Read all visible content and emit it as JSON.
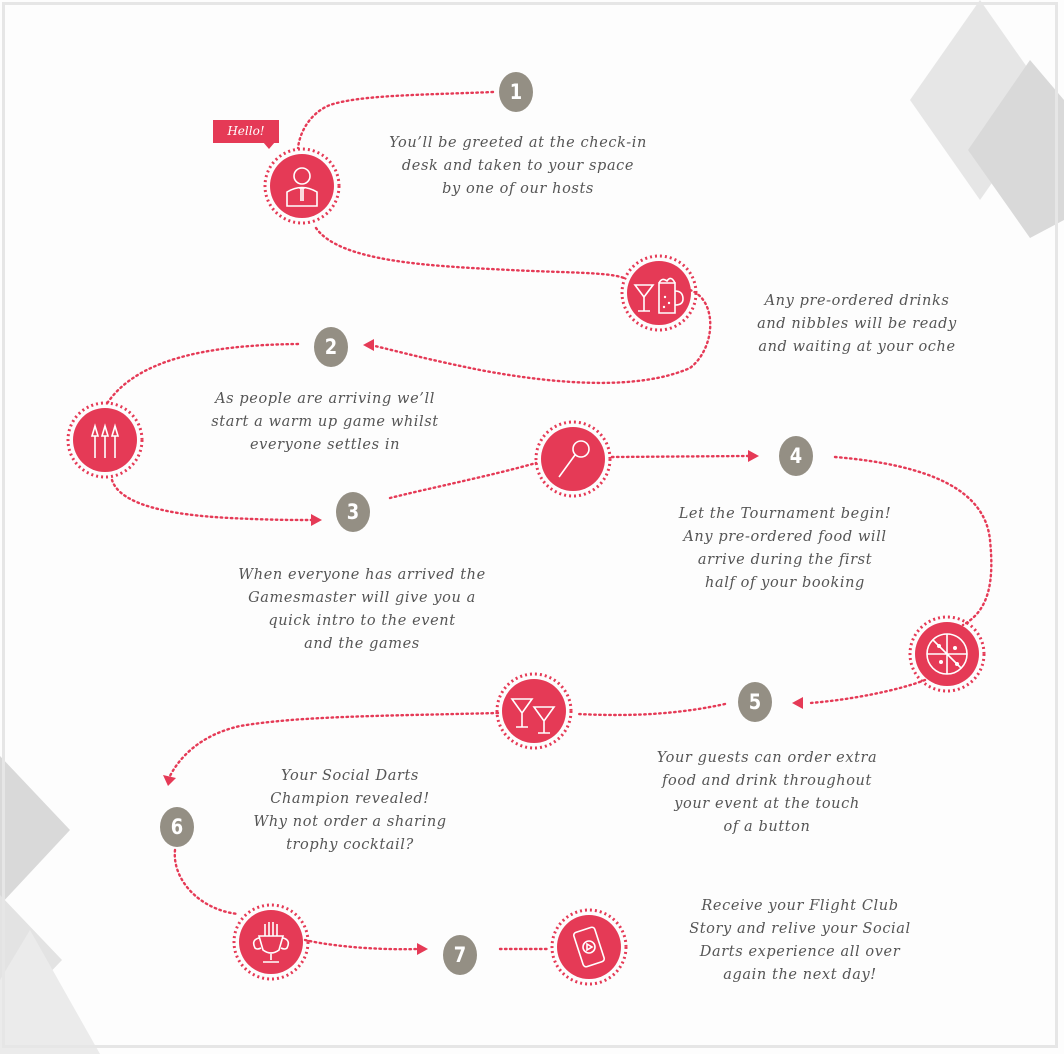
{
  "colors": {
    "accent": "#e53a56",
    "step_circle": "#948f84",
    "text": "#555555",
    "shapes": "#d9d9d9"
  },
  "badge_text": "Hello!",
  "steps": [
    {
      "number": "1",
      "lines": [
        "You’ll be greeted at the check-in",
        "desk and taken to your space",
        "by one of our hosts"
      ]
    },
    {
      "number": "",
      "lines": [
        "Any pre-ordered drinks",
        "and nibbles will be ready",
        "and waiting at your oche"
      ]
    },
    {
      "number": "2",
      "lines": [
        "As people are arriving we’ll",
        "start a warm up game whilst",
        "everyone settles in"
      ]
    },
    {
      "number": "3",
      "lines": [
        "When everyone has arrived the",
        "Gamesmaster will give you a",
        "quick intro to the event",
        "and the games"
      ]
    },
    {
      "number": "4",
      "lines": [
        "Let the Tournament begin!",
        "Any pre-ordered food will",
        "arrive during the first",
        "half of your booking"
      ]
    },
    {
      "number": "5",
      "lines": [
        "Your guests can order extra",
        "food and drink throughout",
        "your event at the touch",
        "of a button"
      ]
    },
    {
      "number": "6",
      "lines": [
        "Your Social Darts",
        "Champion revealed!",
        "Why not order a sharing",
        "trophy cocktail?"
      ]
    },
    {
      "number": "7",
      "lines": [
        "Receive your Flight Club",
        "Story and relive your Social",
        "Darts experience all over",
        "again the next day!"
      ]
    }
  ],
  "icons": [
    "host-icon",
    "drinks-icon",
    "darts-icon",
    "microphone-icon",
    "pizza-icon",
    "cocktails-icon",
    "trophy-icon",
    "phone-icon"
  ]
}
